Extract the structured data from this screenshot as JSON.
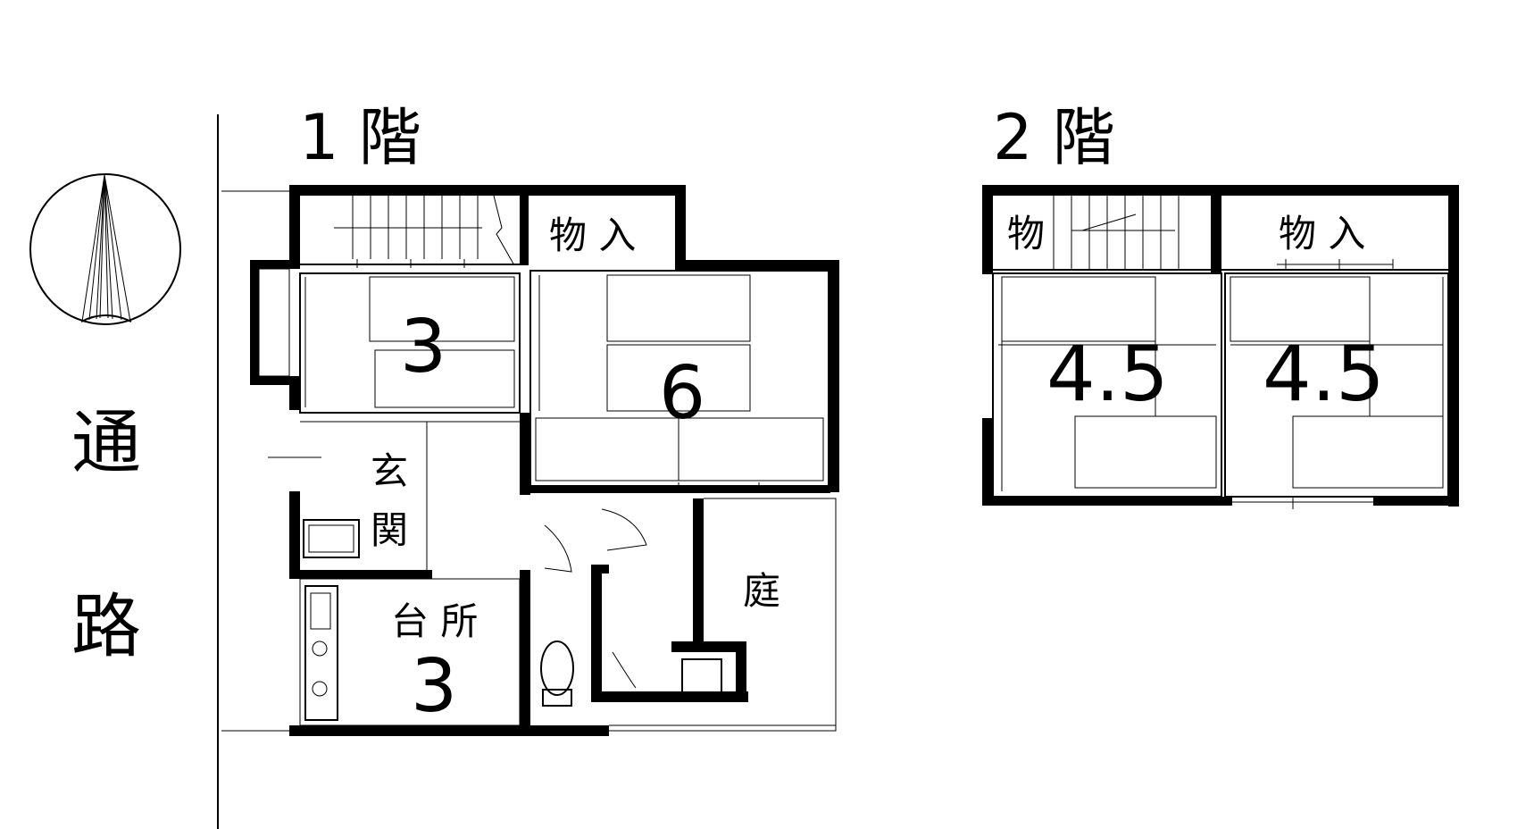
{
  "floor1": {
    "title": "1 階",
    "rooms": {
      "storage": "物 入",
      "room_west_size": "3",
      "room_east_size": "6",
      "entrance_line1": "玄",
      "entrance_line2": "関",
      "kitchen_label": "台 所",
      "kitchen_size": "3",
      "garden": "庭"
    }
  },
  "floor2": {
    "title": "2 階",
    "rooms": {
      "closet_left": "物",
      "closet_right": "物 入",
      "room_west_size": "4.5",
      "room_east_size": "4.5"
    }
  },
  "road": {
    "line1": "通",
    "line2": "路"
  },
  "compass": {
    "icon": "north-arrow-icon"
  }
}
